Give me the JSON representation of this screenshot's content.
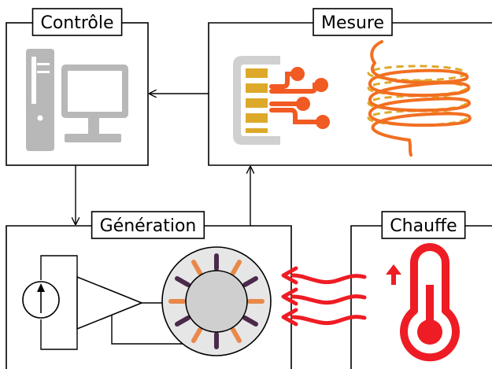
{
  "blocks": {
    "controle": {
      "label": "Contrôle"
    },
    "mesure": {
      "label": "Mesure"
    },
    "generation": {
      "label": "Génération"
    },
    "chauffe": {
      "label": "Chauffe"
    }
  },
  "colors": {
    "computer_gray": "#b8b8b8",
    "chip_body": "#d0d0d0",
    "chip_pins": "#dda92b",
    "sensor_leads": "#f15a22",
    "coil": "#f26f21",
    "coil_dash": "#dda92b",
    "heat_red": "#ee1c24",
    "stator_fill": "#e6e6e6",
    "rotor_fill": "#cfcfcf",
    "tooth_dark": "#4a2a4a",
    "tooth_orange": "#e8894a"
  },
  "icons": {
    "controle": "desktop-computer-icon",
    "mesure_sensor": "sensor-chip-icon",
    "mesure_coil": "coil-icon",
    "generation_source": "current-source-icon",
    "generation_amp": "amplifier-icon",
    "generation_motor": "stator-rotor-icon",
    "chauffe_up": "arrow-up-icon",
    "chauffe_thermo": "thermometer-icon",
    "heat_waves": "heat-wave-icon"
  }
}
